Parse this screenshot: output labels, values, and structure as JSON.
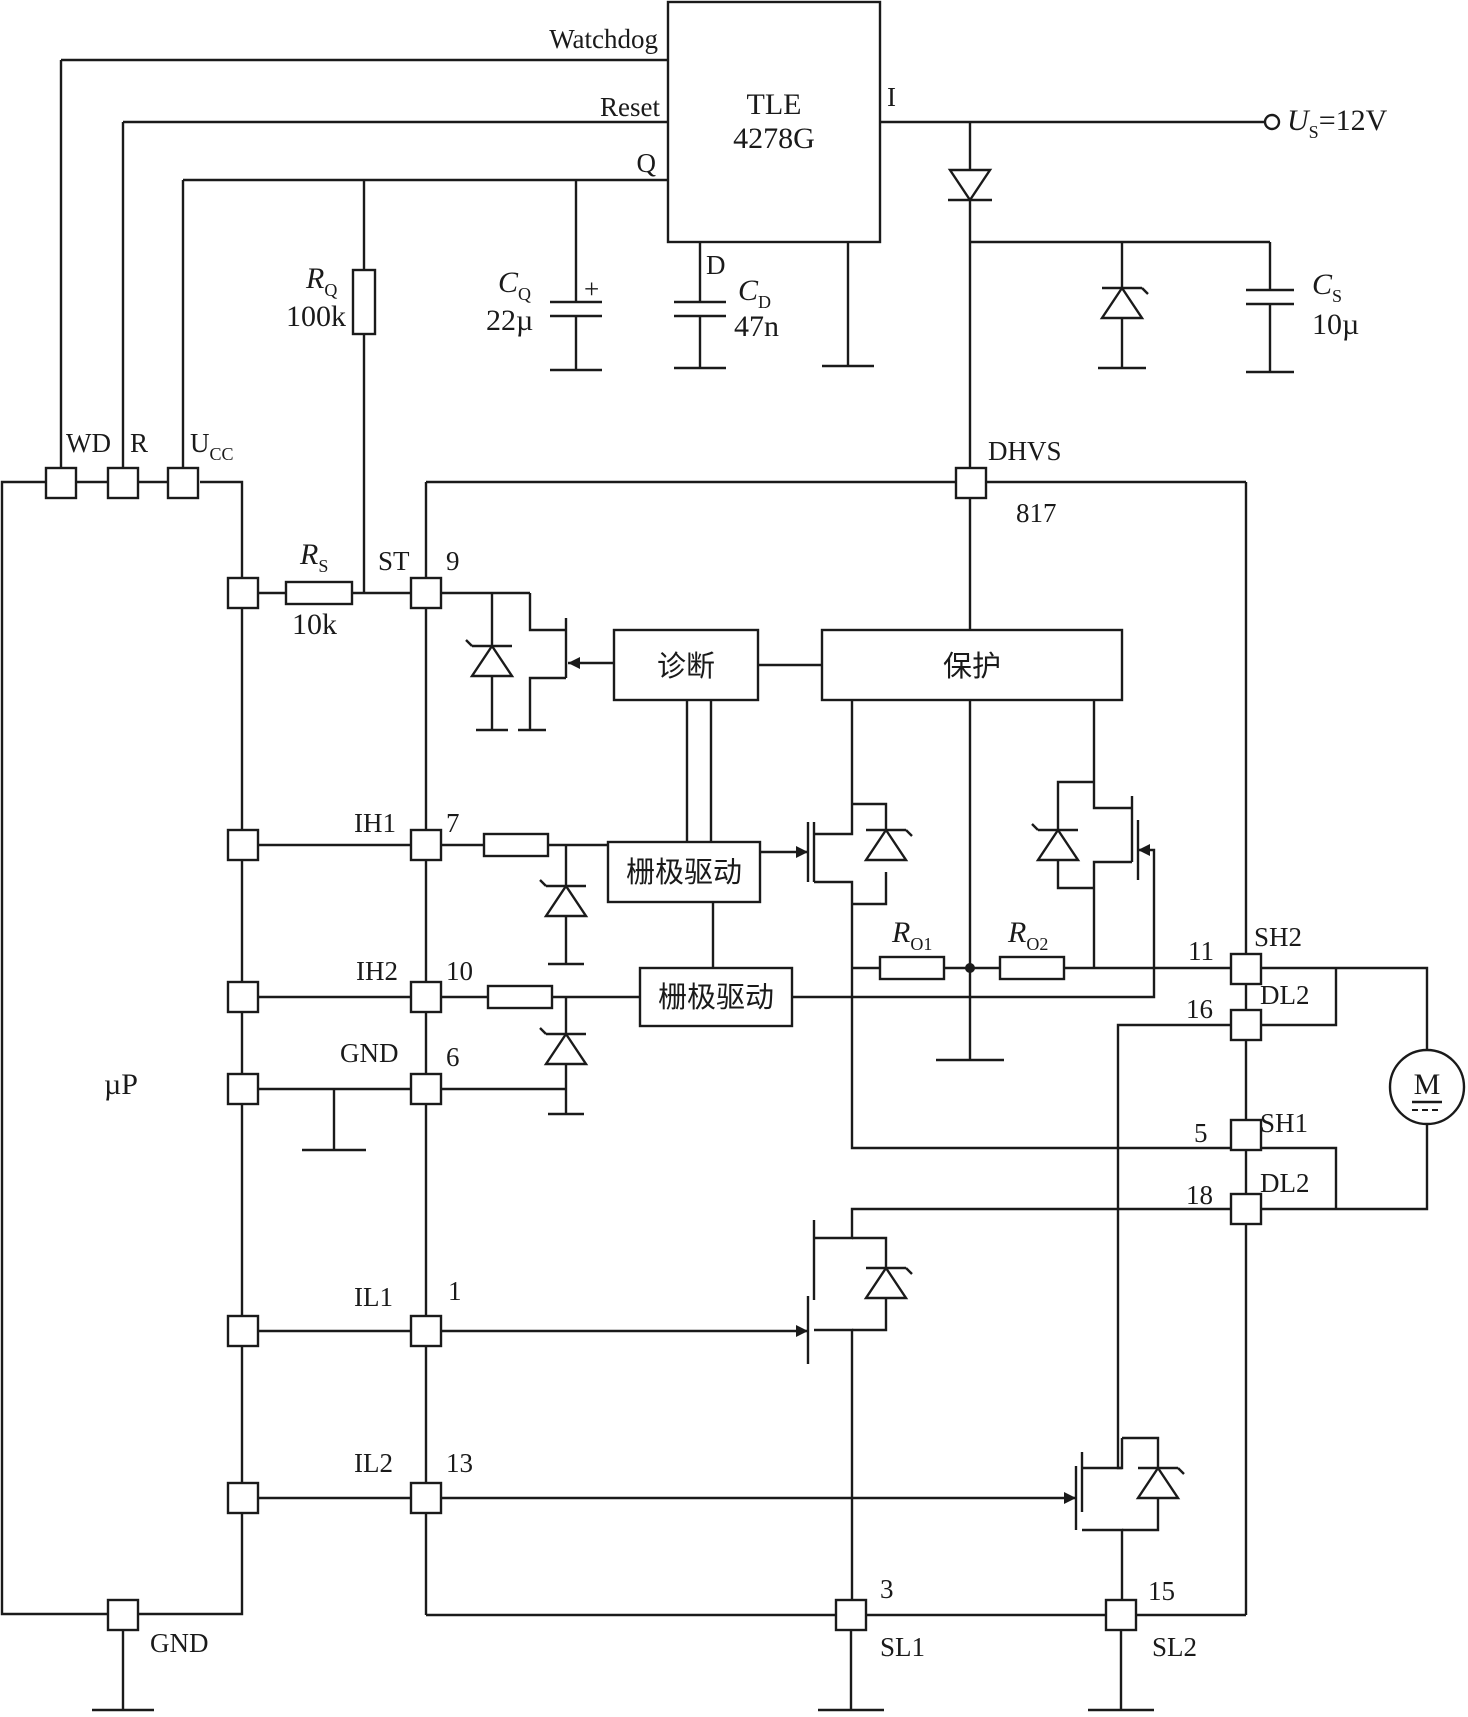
{
  "regulator": {
    "line1": "TLE",
    "line2": "4278G",
    "pin_watchdog": "Watchdog",
    "pin_reset": "Reset",
    "pin_q": "Q",
    "pin_i": "I",
    "pin_d": "D"
  },
  "supply": {
    "symbol": "U",
    "sub": "S",
    "value": "=12V"
  },
  "components": {
    "rq": {
      "sym": "R",
      "sub": "Q",
      "value": "100k"
    },
    "cq": {
      "sym": "C",
      "sub": "Q",
      "value": "22µ",
      "polarity": "+"
    },
    "cd": {
      "sym": "C",
      "sub": "D",
      "value": "47n"
    },
    "cs": {
      "sym": "C",
      "sub": "S",
      "value": "10µ"
    },
    "rs": {
      "sym": "R",
      "sub": "S",
      "value": "10k"
    },
    "ro1": {
      "sym": "R",
      "sub": "O1"
    },
    "ro2": {
      "sym": "R",
      "sub": "O2"
    },
    "motor": "M"
  },
  "mcu": {
    "label": "µP",
    "wd": "WD",
    "r": "R",
    "ucc": "U",
    "ucc_sub": "CC",
    "gnd": "GND"
  },
  "driver": {
    "diagnosis": "诊断",
    "protection": "保护",
    "gate_driver": "栅极驱动",
    "dhvs": "DHVS",
    "part": "817",
    "st": "ST",
    "pin9": "9",
    "ih1": "IH1",
    "pin7": "7",
    "ih2": "IH2",
    "pin10": "10",
    "gnd": "GND",
    "pin6": "6",
    "il1": "IL1",
    "pin1": "1",
    "il2": "IL2",
    "pin13": "13",
    "sh2": "SH2",
    "pin11": "11",
    "dl2_top": "DL2",
    "pin16": "16",
    "sh1": "SH1",
    "pin5": "5",
    "dl2_bottom": "DL2",
    "pin18": "18",
    "sl1": "SL1",
    "pin3": "3",
    "sl2": "SL2",
    "pin15": "15"
  }
}
